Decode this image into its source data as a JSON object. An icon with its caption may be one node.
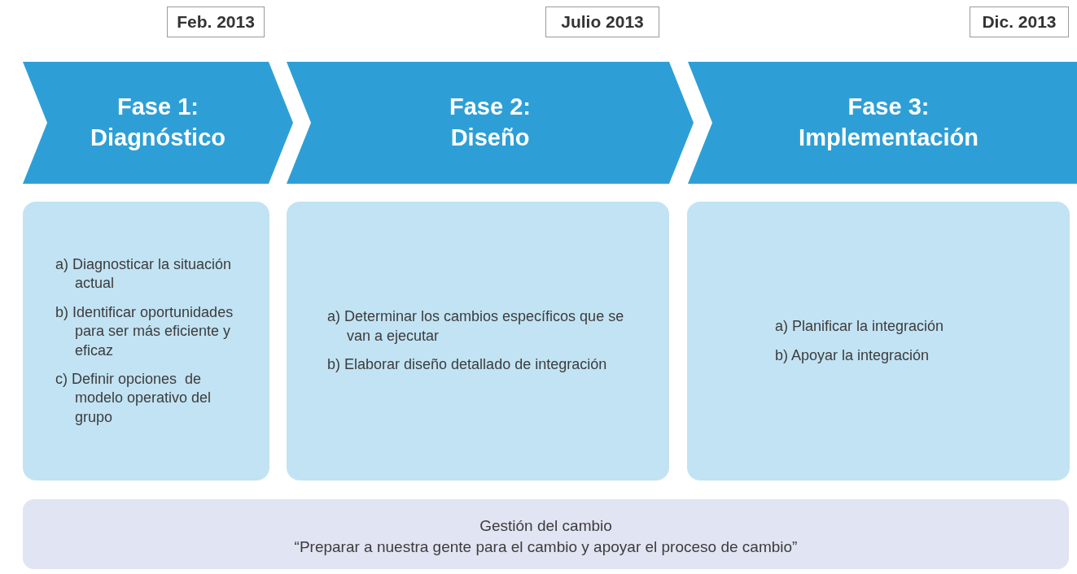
{
  "diagram": {
    "nodes": [
      {
        "text": [
          "Feb. 2013"
        ]
      },
      {
        "text": [
          "Julio 2013"
        ]
      },
      {
        "text": [
          "Dic. 2013"
        ]
      },
      {
        "text": [
          "Fase 1: Diagnóstico"
        ]
      },
      {
        "text": [
          "Fase 2: Diseño"
        ]
      },
      {
        "text": [
          "Fase 3: Implementación"
        ]
      },
      {
        "text": [
          "a) Diagnosticar la situación actual",
          "b) Identificar oportunidades para ser más eficiente y eficaz",
          "c) Definir opciones  de modelo operativo del grupo"
        ]
      },
      {
        "text": [
          "a) Determinar los cambios específicos que se van a ejecutar",
          "b) Elaborar diseño detallado de integración"
        ]
      },
      {
        "text": [
          "a) Planificar la integración",
          "b) Apoyar la integración"
        ]
      },
      {
        "text": [
          "Gestión del cambio",
          "“Preparar a nuestra gente para el cambio y apoyar el proceso de cambio”"
        ]
      }
    ]
  }
}
